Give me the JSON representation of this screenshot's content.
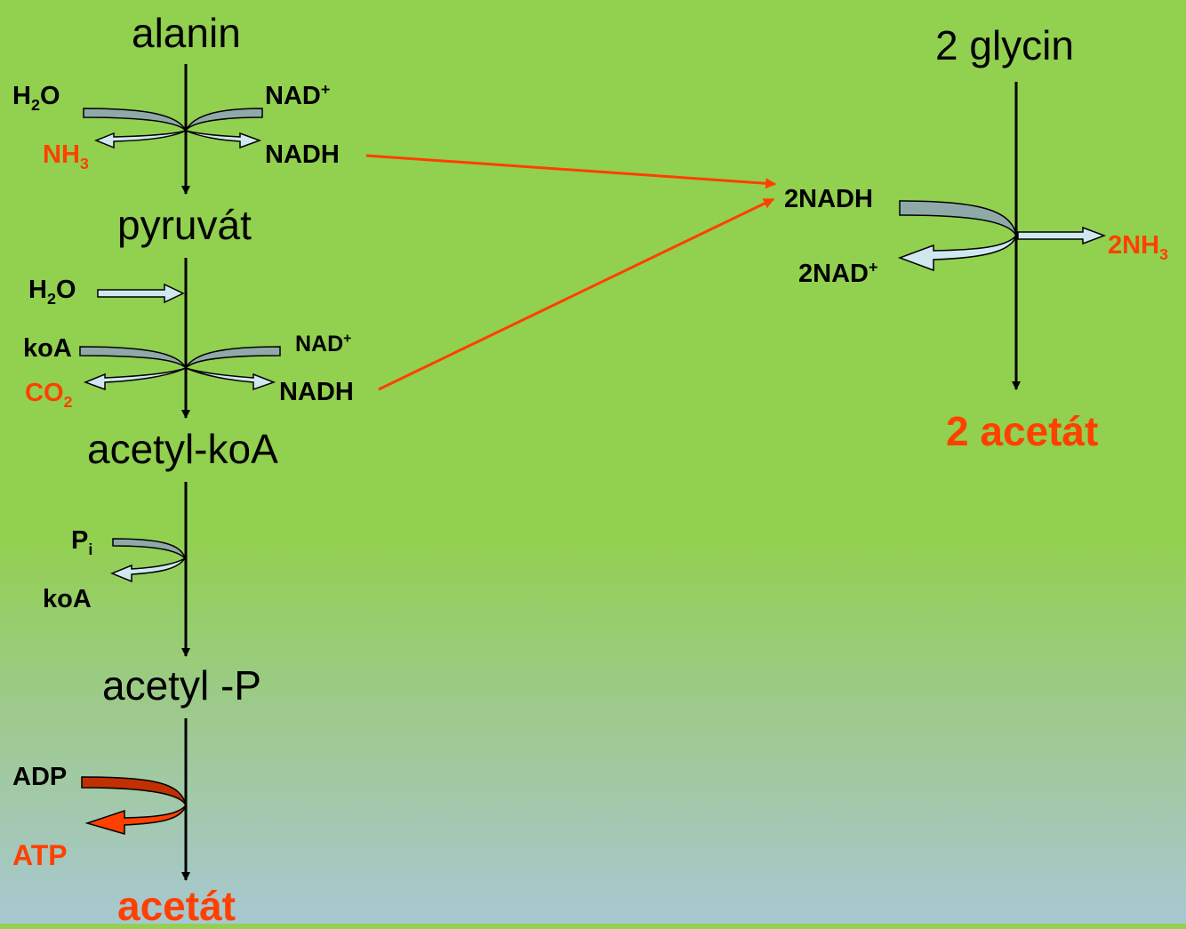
{
  "metabolites": {
    "alanin": "alanin",
    "pyruvat": "pyruvát",
    "acetyl_koa": "acetyl-koA",
    "acetyl_p": "acetyl -P",
    "acetat": "acetát",
    "glycin": "2 glycin",
    "acetat_2": "2 acetát"
  },
  "step1": {
    "h2o": {
      "base": "H",
      "sub": "2",
      "tail": "O"
    },
    "nad": {
      "base": "NAD",
      "sup": "+"
    },
    "nh3": {
      "base": "NH",
      "sub": "3"
    },
    "nadh": "NADH"
  },
  "step2": {
    "h2o": {
      "base": "H",
      "sub": "2",
      "tail": "O"
    },
    "koa_in": "koA",
    "nad": {
      "base": "NAD",
      "sup": "+"
    },
    "co2": {
      "base": "CO",
      "sub": "2"
    },
    "nadh": "NADH"
  },
  "step3": {
    "pi": {
      "base": "P",
      "sub": "i"
    },
    "koa_out": "koA"
  },
  "step4": {
    "adp": "ADP",
    "atp": "ATP"
  },
  "glycine_step": {
    "nadh2": "2NADH",
    "nad2": {
      "base": "2NAD",
      "sup": "+"
    },
    "nh3_2": {
      "base": "2NH",
      "sub": "3"
    }
  },
  "colors": {
    "background_top": "#92d050",
    "background_bottom": "#a8c8d2",
    "highlight_red": "#ff4000",
    "arrow_grey": "#8fa9a8",
    "arrow_light": "#cfe8ef",
    "atp_arrow": "#c03000"
  }
}
